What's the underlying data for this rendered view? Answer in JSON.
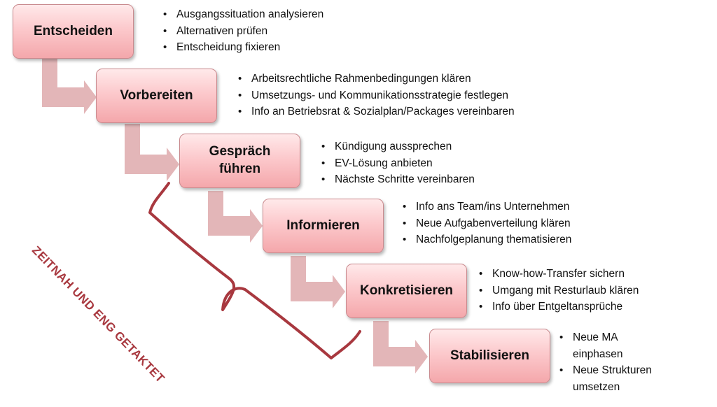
{
  "colors": {
    "box_gradient_top": "#ffe9ea",
    "box_gradient_bottom": "#f4a7ab",
    "connector_arrow": "#e3b6b8",
    "bracket": "#a8383f"
  },
  "steps": [
    {
      "label": "Entscheiden",
      "bullets": [
        "Ausgangssituation analysieren",
        "Alternativen prüfen",
        "Entscheidung fixieren"
      ]
    },
    {
      "label": "Vorbereiten",
      "bullets": [
        "Arbeitsrechtliche Rahmenbedingungen klären",
        "Umsetzungs- und Kommunikationsstrategie festlegen",
        "Info an Betriebsrat & Sozialplan/Packages vereinbaren"
      ]
    },
    {
      "label": "Gespräch führen",
      "bullets": [
        "Kündigung aussprechen",
        "EV-Lösung anbieten",
        "Nächste Schritte vereinbaren"
      ]
    },
    {
      "label": "Informieren",
      "bullets": [
        "Info ans Team/ins Unternehmen",
        "Neue Aufgabenverteilung klären",
        "Nachfolgeplanung thematisieren"
      ]
    },
    {
      "label": "Konkretisieren",
      "bullets": [
        "Know-how-Transfer sichern",
        "Umgang mit Resturlaub klären",
        "Info über Entgeltansprüche"
      ]
    },
    {
      "label": "Stabilisieren",
      "bullets": [
        "Neue MA einphasen",
        "Neue Strukturen umsetzen"
      ]
    }
  ],
  "bracket_caption": "ZEITNAH UND ENG GETAKTET"
}
